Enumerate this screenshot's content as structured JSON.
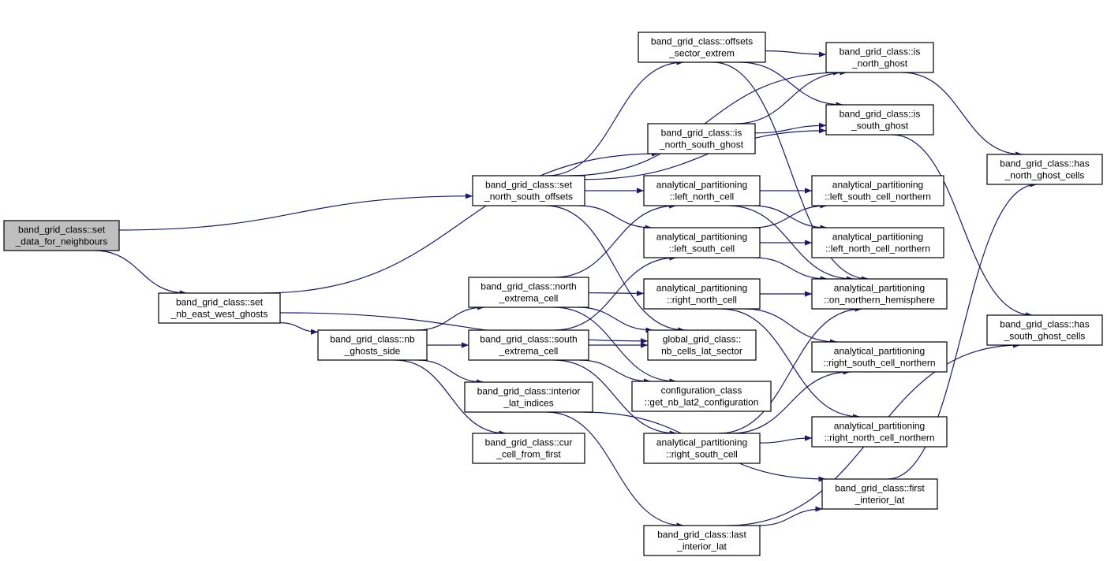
{
  "colors": {
    "edge": "#191970",
    "node_fill": "#ffffff",
    "root_fill": "#bfbfbf",
    "border": "#000000"
  },
  "nodes": [
    {
      "id": "root",
      "lines": [
        "band_grid_class::set",
        "_data_for_neighbours"
      ],
      "root": true
    },
    {
      "id": "set_nb",
      "lines": [
        "band_grid_class::set",
        "_nb_east_west_ghosts"
      ]
    },
    {
      "id": "nb_ghosts",
      "lines": [
        "band_grid_class::nb",
        "_ghosts_side"
      ]
    },
    {
      "id": "set_ns_off",
      "lines": [
        "band_grid_class::set",
        "_north_south_offsets"
      ]
    },
    {
      "id": "north_ext",
      "lines": [
        "band_grid_class::north",
        "_extrema_cell"
      ]
    },
    {
      "id": "south_ext",
      "lines": [
        "band_grid_class::south",
        "_extrema_cell"
      ]
    },
    {
      "id": "interior",
      "lines": [
        "band_grid_class::interior",
        "_lat_indices"
      ]
    },
    {
      "id": "cur_cell",
      "lines": [
        "band_grid_class::cur",
        "_cell_from_first"
      ]
    },
    {
      "id": "offsets_sector",
      "lines": [
        "band_grid_class::offsets",
        "_sector_extrem"
      ]
    },
    {
      "id": "is_ns_ghost",
      "lines": [
        "band_grid_class::is",
        "_north_south_ghost"
      ]
    },
    {
      "id": "left_north",
      "lines": [
        "analytical_partitioning",
        "::left_north_cell"
      ]
    },
    {
      "id": "left_south",
      "lines": [
        "analytical_partitioning",
        "::left_south_cell"
      ]
    },
    {
      "id": "right_north",
      "lines": [
        "analytical_partitioning",
        "::right_north_cell"
      ]
    },
    {
      "id": "global_nb",
      "lines": [
        "global_grid_class::",
        "nb_cells_lat_sector"
      ]
    },
    {
      "id": "config_nb",
      "lines": [
        "configuration_class",
        "::get_nb_lat2_configuration"
      ]
    },
    {
      "id": "right_south",
      "lines": [
        "analytical_partitioning",
        "::right_south_cell"
      ]
    },
    {
      "id": "last_int",
      "lines": [
        "band_grid_class::last",
        "_interior_lat"
      ]
    },
    {
      "id": "is_north_ghost",
      "lines": [
        "band_grid_class::is",
        "_north_ghost"
      ]
    },
    {
      "id": "is_south_ghost",
      "lines": [
        "band_grid_class::is",
        "_south_ghost"
      ]
    },
    {
      "id": "lsc_northern",
      "lines": [
        "analytical_partitioning",
        "::left_south_cell_northern"
      ]
    },
    {
      "id": "lnc_northern",
      "lines": [
        "analytical_partitioning",
        "::left_north_cell_northern"
      ]
    },
    {
      "id": "on_northern",
      "lines": [
        "analytical_partitioning",
        "::on_northern_hemisphere"
      ]
    },
    {
      "id": "rsc_northern",
      "lines": [
        "analytical_partitioning",
        "::right_south_cell_northern"
      ]
    },
    {
      "id": "rnc_northern",
      "lines": [
        "analytical_partitioning",
        "::right_north_cell_northern"
      ]
    },
    {
      "id": "first_int",
      "lines": [
        "band_grid_class::first",
        "_interior_lat"
      ]
    },
    {
      "id": "has_north",
      "lines": [
        "band_grid_class::has",
        "_north_ghost_cells"
      ]
    },
    {
      "id": "has_south",
      "lines": [
        "band_grid_class::has",
        "_south_ghost_cells"
      ]
    }
  ],
  "edges": [
    [
      "root",
      "set_nb"
    ],
    [
      "root",
      "set_ns_off"
    ],
    [
      "set_nb",
      "nb_ghosts"
    ],
    [
      "set_nb",
      "is_ns_ghost"
    ],
    [
      "set_nb",
      "global_nb"
    ],
    [
      "nb_ghosts",
      "north_ext"
    ],
    [
      "nb_ghosts",
      "south_ext"
    ],
    [
      "nb_ghosts",
      "interior"
    ],
    [
      "nb_ghosts",
      "cur_cell"
    ],
    [
      "set_ns_off",
      "offsets_sector"
    ],
    [
      "set_ns_off",
      "is_north_ghost"
    ],
    [
      "set_ns_off",
      "is_south_ghost"
    ],
    [
      "set_ns_off",
      "left_north"
    ],
    [
      "set_ns_off",
      "left_south"
    ],
    [
      "set_ns_off",
      "global_nb"
    ],
    [
      "north_ext",
      "left_north"
    ],
    [
      "north_ext",
      "right_north"
    ],
    [
      "north_ext",
      "global_nb"
    ],
    [
      "north_ext",
      "config_nb"
    ],
    [
      "south_ext",
      "left_south"
    ],
    [
      "south_ext",
      "global_nb"
    ],
    [
      "south_ext",
      "config_nb"
    ],
    [
      "south_ext",
      "right_south"
    ],
    [
      "interior",
      "first_int"
    ],
    [
      "interior",
      "last_int"
    ],
    [
      "offsets_sector",
      "is_north_ghost"
    ],
    [
      "offsets_sector",
      "is_south_ghost"
    ],
    [
      "offsets_sector",
      "on_northern"
    ],
    [
      "is_ns_ghost",
      "is_north_ghost"
    ],
    [
      "is_ns_ghost",
      "is_south_ghost"
    ],
    [
      "left_north",
      "lsc_northern"
    ],
    [
      "left_north",
      "lnc_northern"
    ],
    [
      "left_north",
      "on_northern"
    ],
    [
      "left_south",
      "lsc_northern"
    ],
    [
      "left_south",
      "lnc_northern"
    ],
    [
      "left_south",
      "on_northern"
    ],
    [
      "right_north",
      "on_northern"
    ],
    [
      "right_north",
      "rsc_northern"
    ],
    [
      "right_north",
      "rnc_northern"
    ],
    [
      "right_south",
      "on_northern"
    ],
    [
      "right_south",
      "rsc_northern"
    ],
    [
      "right_south",
      "rnc_northern"
    ],
    [
      "last_int",
      "first_int"
    ],
    [
      "last_int",
      "has_south"
    ],
    [
      "first_int",
      "has_north"
    ],
    [
      "is_north_ghost",
      "has_north"
    ],
    [
      "is_south_ghost",
      "has_south"
    ]
  ]
}
